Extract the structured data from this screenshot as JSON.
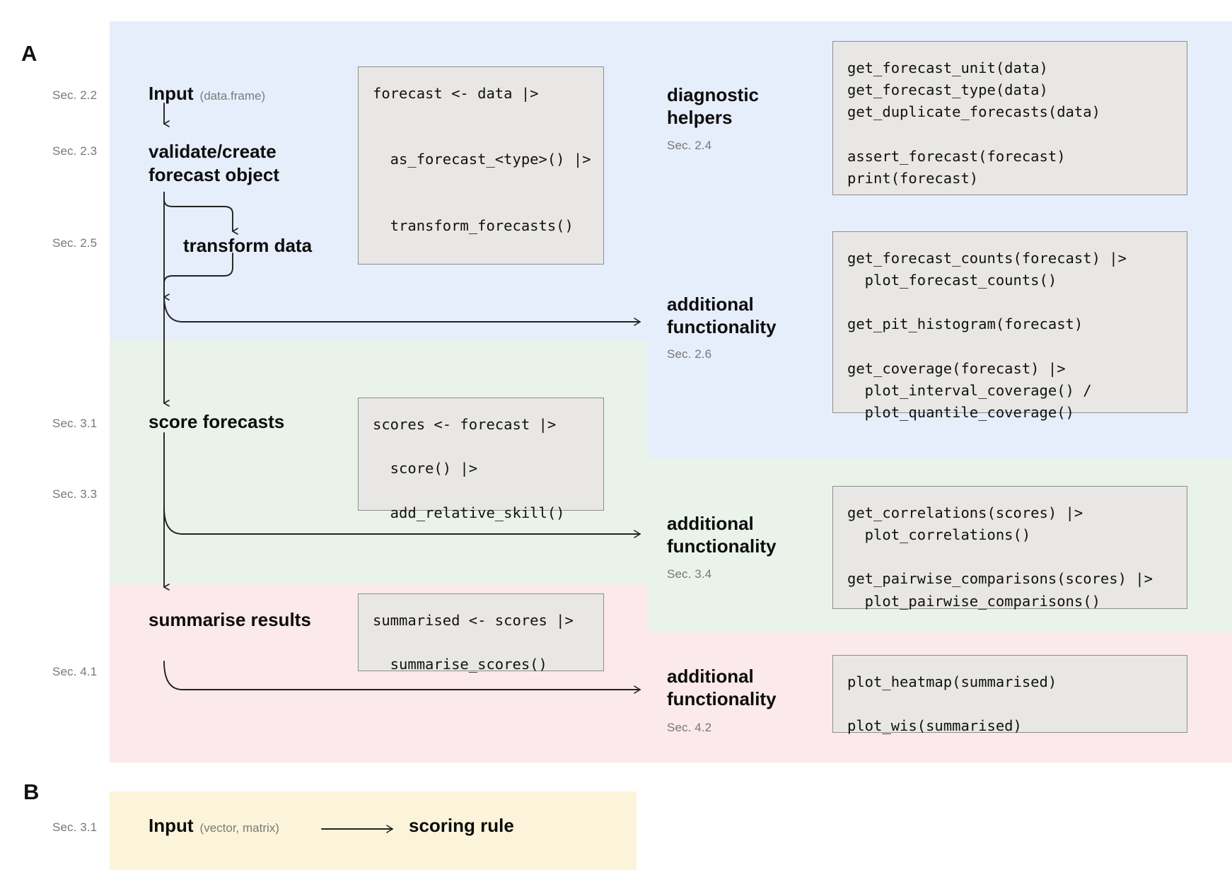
{
  "panels": {
    "a": {
      "letter": "A"
    },
    "b": {
      "letter": "B"
    }
  },
  "colors": {
    "band_blue": "#e6eefb",
    "band_green": "#e9f3ea",
    "band_pink": "#fbe9ec",
    "band_yellow": "#fbf4da",
    "codebox_bg": "#e8e7e5",
    "codebox_border": "#8e8e8e",
    "sec_label": "#777777",
    "node_text": "#0d0d0d",
    "node_sub": "#7a7a7a",
    "arrow": "#222222"
  },
  "sections": {
    "s22": "Sec. 2.2",
    "s23": "Sec. 2.3",
    "s24": "Sec. 2.4",
    "s25": "Sec. 2.5",
    "s26": "Sec. 2.6",
    "s31": "Sec. 3.1",
    "s33": "Sec. 3.3",
    "s34": "Sec. 3.4",
    "s41": "Sec. 4.1",
    "s42": "Sec. 4.2",
    "b31": "Sec. 3.1"
  },
  "nodes": {
    "input": {
      "label": "Input",
      "sublabel": "(data.frame)"
    },
    "validate": {
      "line1": "validate/create",
      "line2": "forecast object"
    },
    "transform": {
      "label": "transform data"
    },
    "score": {
      "label": "score forecasts"
    },
    "summarise": {
      "label": "summarise results"
    }
  },
  "branches": {
    "diagnostic": {
      "line1": "diagnostic",
      "line2": "helpers"
    },
    "additional_26": {
      "line1": "additional",
      "line2": "functionality"
    },
    "additional_34": {
      "line1": "additional",
      "line2": "functionality"
    },
    "additional_42": {
      "line1": "additional",
      "line2": "functionality"
    }
  },
  "code": {
    "forecast_pipeline": "forecast <- data |>\n\n\n  as_forecast_<type>() |>\n\n\n  transform_forecasts()",
    "diagnostic_helpers": "get_forecast_unit(data)\nget_forecast_type(data)\nget_duplicate_forecasts(data)\n\nassert_forecast(forecast)\nprint(forecast)",
    "additional_26": "get_forecast_counts(forecast) |>\n  plot_forecast_counts()\n\nget_pit_histogram(forecast)\n\nget_coverage(forecast) |>\n  plot_interval_coverage() /\n  plot_quantile_coverage()",
    "score_pipeline": "scores <- forecast |>\n\n  score() |>\n\n  add_relative_skill()",
    "additional_34": "get_correlations(scores) |>\n  plot_correlations()\n\nget_pairwise_comparisons(scores) |>\n  plot_pairwise_comparisons()",
    "summarise_pipeline": "summarised <- scores |>\n\n  summarise_scores()",
    "additional_42": "plot_heatmap(summarised)\n\nplot_wis(summarised)"
  },
  "panel_b": {
    "input": {
      "label": "Input",
      "sublabel": "(vector, matrix)"
    },
    "target": {
      "label": "scoring rule"
    }
  }
}
